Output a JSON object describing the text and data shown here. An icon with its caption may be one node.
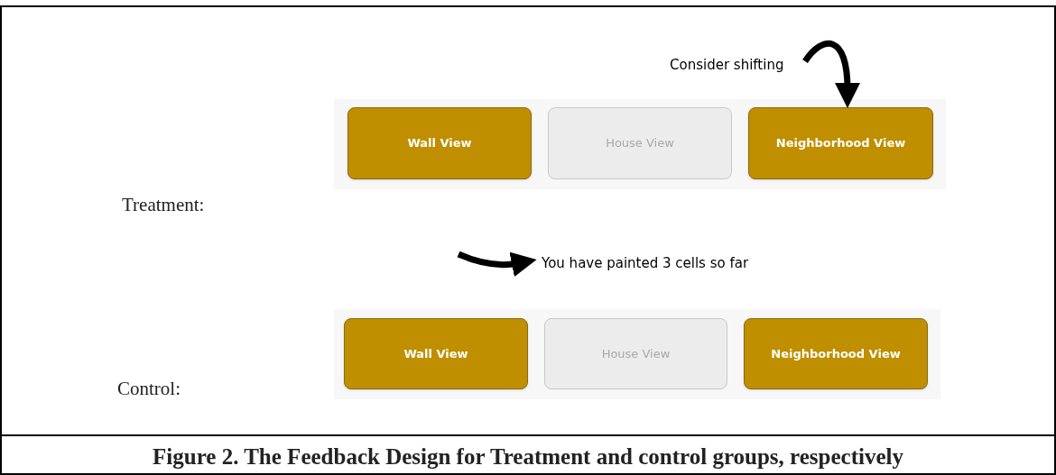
{
  "diagram": {
    "caption": "Figure 2. The Feedback Design for Treatment and control groups, respectively",
    "nodes": [
      {
        "text": [
          "Consider shifting"
        ]
      },
      {
        "text": [],
        "shape": "box"
      },
      {
        "text": [
          "Wall View"
        ],
        "in": 1
      },
      {
        "text": [
          "House View"
        ],
        "in": 1
      },
      {
        "text": [
          "Neighborhood View"
        ],
        "in": 1
      },
      {
        "text": [
          "You have painted 3 cells so far"
        ]
      },
      {
        "text": [],
        "shape": "box"
      },
      {
        "text": [
          "Wall View"
        ],
        "in": 6
      },
      {
        "text": [
          "House View"
        ],
        "in": 6
      },
      {
        "text": [
          "Neighborhood View"
        ],
        "in": 6
      }
    ],
    "edges": [
      {
        "from": 0,
        "to": 4,
        "arrow": "to"
      },
      {
        "from": null,
        "to": 5,
        "arrow": "to"
      }
    ],
    "labels": [
      "Treatment:",
      "Control:"
    ]
  }
}
